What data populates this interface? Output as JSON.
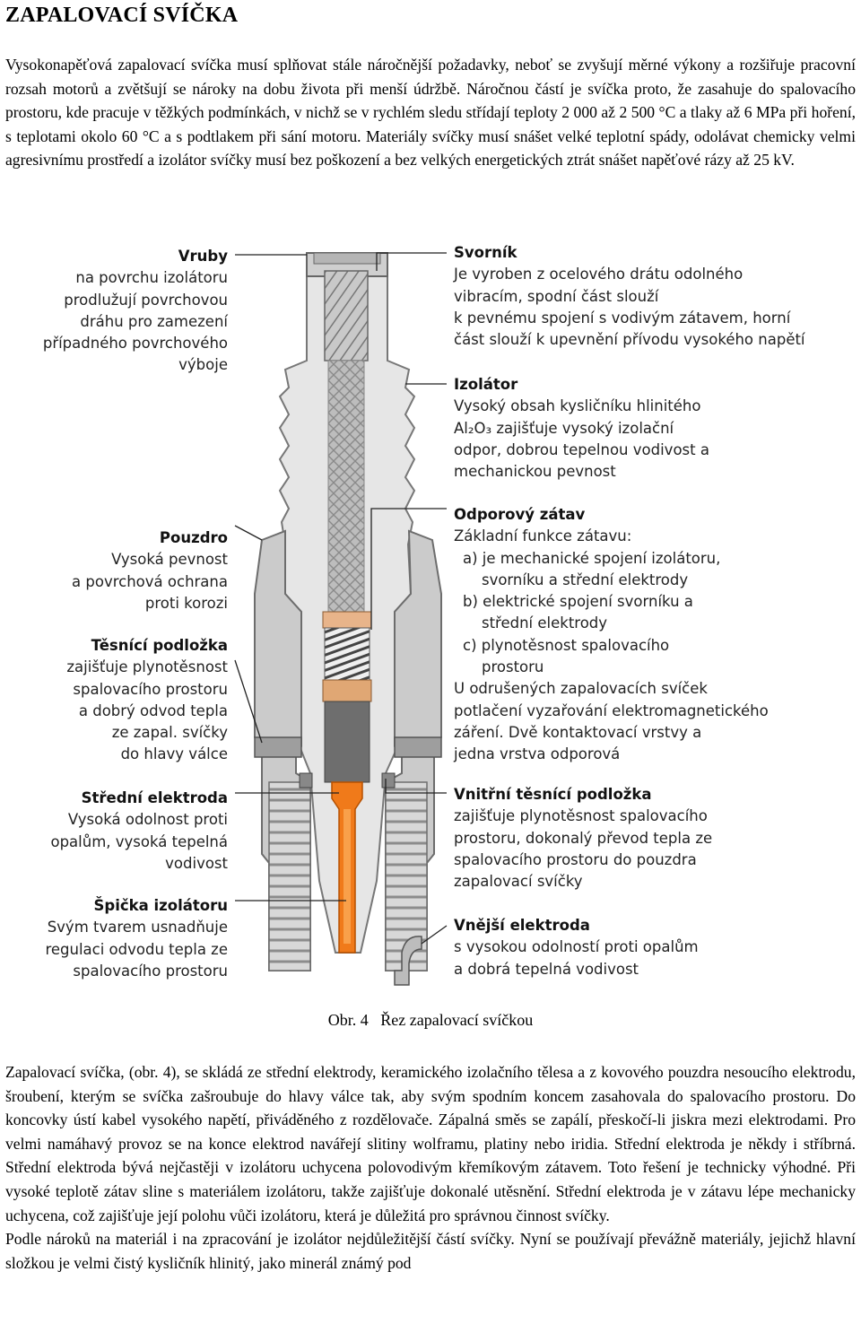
{
  "title": "ZAPALOVACÍ SVÍČKA",
  "intro": "Vysokonapěťová zapalovací svíčka musí splňovat stále náročnější požadavky, neboť se zvyšují měrné výkony a rozšiřuje pracovní rozsah motorů a zvětšují se nároky na dobu života při menší údržbě. Náročnou částí je svíčka proto, že zasahuje do spalovacího prostoru, kde pracuje v těžkých podmínkách, v nichž se v rychlém sledu střídají teploty 2 000 až 2 500 °C a tlaky až 6 MPa při hoření, s teplotami okolo 60 °C a s podtlakem při sání motoru. Materiály svíčky musí snášet velké teplotní spády, odolávat chemicky velmi agresivnímu prostředí a izolátor svíčky musí bez poškození a bez velkých energetických ztrát snášet napěťové rázy až 25 kV.",
  "figure": {
    "left_labels": [
      {
        "heading": "Vruby",
        "lines": [
          "na povrchu izolátoru",
          "prodlužují povrchovou",
          "dráhu pro zamezení",
          "případného povrchového",
          "výboje"
        ]
      },
      {
        "heading": "Pouzdro",
        "lines": [
          "Vysoká pevnost",
          "a povrchová ochrana",
          "proti korozi"
        ]
      },
      {
        "heading": "Těsnící podložka",
        "lines": [
          "zajišťuje plynotěsnost",
          "spalovacího prostoru",
          "a dobrý odvod tepla",
          "ze zapal. svíčky",
          "do hlavy válce"
        ]
      },
      {
        "heading": "Střední elektroda",
        "lines": [
          "Vysoká odolnost proti",
          "opalům, vysoká tepelná",
          "vodivost"
        ]
      },
      {
        "heading": "Špička izolátoru",
        "lines": [
          "Svým tvarem usnadňuje",
          "regulaci odvodu tepla ze",
          "spalovacího prostoru"
        ]
      }
    ],
    "right_labels": [
      {
        "heading": "Svorník",
        "lines": [
          "Je vyroben z ocelového drátu odolného",
          "vibracím, spodní část slouží",
          "k pevnému spojení s vodivým zátavem, horní",
          "část slouží k upevnění přívodu vysokého napětí"
        ]
      },
      {
        "heading": "Izolátor",
        "lines": [
          "Vysoký obsah kysličníku hlinitého",
          "Al₂O₃ zajišťuje vysoký izolační",
          "odpor, dobrou tepelnou vodivost a",
          "mechanickou pevnost"
        ]
      },
      {
        "heading": "Odporový zátav",
        "lines": [
          "Základní funkce zátavu:",
          "a) je mechanické spojení izolátoru,",
          "    svorníku a střední elektrody",
          "b) elektrické spojení svorníku a",
          "    střední elektrody",
          "c) plynotěsnost spalovacího",
          "    prostoru",
          "U odrušených zapalovacích svíček",
          "potlačení vyzařování elektromagnetického",
          "záření. Dvě kontaktovací vrstvy a",
          "jedna vrstva odporová"
        ]
      },
      {
        "heading": "Vnitřní těsnící podložka",
        "lines": [
          "zajišťuje plynotěsnost spalovacího",
          "prostoru, dokonalý převod tepla ze",
          "spalovacího prostoru do pouzdra",
          "zapalovací svíčky"
        ]
      },
      {
        "heading": "Vnější elektroda",
        "lines": [
          "s vysokou odolností proti opalům",
          "a dobrá tepelná vodivost"
        ]
      }
    ]
  },
  "caption": "Obr. 4   Řez zapalovací svíčkou",
  "body": "Zapalovací svíčka, (obr. 4), se skládá ze střední elektrody, keramického izolačního tělesa a z kovového pouzdra  nesoucího elektrodu, šroubení, kterým se svíčka zašroubuje do hlavy válce tak, aby svým spodním koncem zasahovala do spalovacího prostoru. Do koncovky  ústí kabel vysokého napětí, přiváděného z rozdělovače. Zápalná směs se zapálí, přeskočí-li jiskra mezi elektrodami. Pro velmi namáhavý provoz se na konce elektrod navářejí slitiny wolframu, platiny nebo iridia. Střední elektroda je někdy i stříbrná. Střední elektroda bývá nejčastěji v izolátoru uchycena polovodivým křemíkovým zátavem. Toto řešení je technicky výhodné. Při vysoké teplotě zátav sline s materiálem izolátoru, takže zajišťuje dokonalé utěsnění. Střední elektroda je v zátavu lépe mechanicky uchycena, což zajišťuje její polohu vůči izolátoru, která je důležitá pro správnou činnost svíčky.\nPodle nároků na materiál i na zpracování je izolátor nejdůležitější částí svíčky. Nyní se používají převážně materiály, jejichž hlavní složkou je velmi čistý kysličník hlinitý, jako minerál známý pod"
}
